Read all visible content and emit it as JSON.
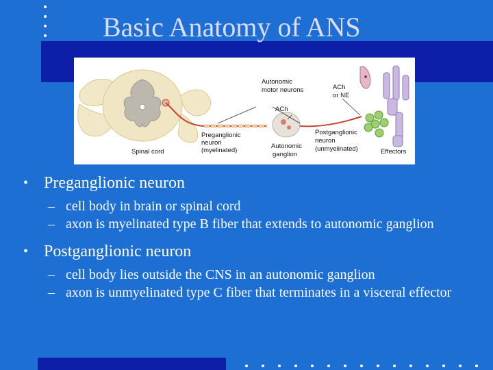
{
  "slide": {
    "title": "Basic Anatomy of ANS",
    "background_color": "#1e6fd4",
    "accent_color": "#0d1ea8"
  },
  "diagram": {
    "labels": {
      "autonomic_motor_neurons": [
        "Autonomic",
        "motor neurons"
      ],
      "ach_top": "ACh",
      "ach_or_ne": [
        "ACh",
        "or NE"
      ],
      "spinal_cord": "Spinal cord",
      "preganglionic": [
        "Preganglionic",
        "neuron",
        "(myelinated)"
      ],
      "autonomic_ganglion": [
        "Autonomic",
        "ganglion"
      ],
      "postganglionic": [
        "Postganglionic",
        "neuron",
        "(unmyelinated)"
      ],
      "effectors": "Effectors"
    }
  },
  "bullets": [
    {
      "text": "Preganglionic neuron",
      "sub": [
        "cell body in brain or spinal cord",
        "axon is myelinated type B fiber that extends to autonomic ganglion"
      ]
    },
    {
      "text": "Postganglionic neuron",
      "sub": [
        "cell body lies outside the CNS in an autonomic ganglion",
        "axon is unmyelinated type C fiber that terminates in a visceral effector"
      ]
    }
  ],
  "markers": {
    "bullet": "•",
    "dash": "–"
  }
}
